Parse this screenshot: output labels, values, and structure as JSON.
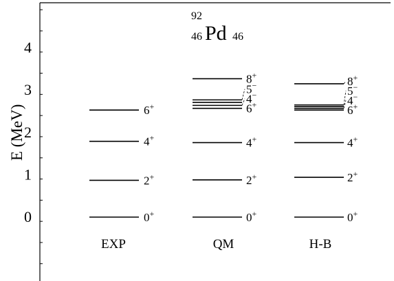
{
  "chart_data": {
    "type": "level-scheme",
    "title": {
      "mass": "92",
      "z": "46",
      "symbol": "Pd",
      "n": "46"
    },
    "ylabel": "E (MeV)",
    "ylim": [
      -1.1,
      5.1
    ],
    "yticks": [
      0,
      1,
      2,
      3,
      4
    ],
    "grid": false,
    "columns": [
      {
        "name": "EXP",
        "levels": [
          {
            "energy": 0.0,
            "label": "0+"
          },
          {
            "energy": 0.87,
            "label": "2+"
          },
          {
            "energy": 1.79,
            "label": "4+"
          },
          {
            "energy": 2.53,
            "label": "6+"
          }
        ]
      },
      {
        "name": "QM",
        "levels": [
          {
            "energy": 0.0,
            "label": "0+"
          },
          {
            "energy": 0.88,
            "label": "2+"
          },
          {
            "energy": 1.76,
            "label": "4+"
          },
          {
            "energy": 2.57,
            "label": "6+"
          },
          {
            "energy": 2.64,
            "label": "4−"
          },
          {
            "energy": 2.71,
            "label": ""
          },
          {
            "energy": 2.77,
            "label": "5−"
          },
          {
            "energy": 3.27,
            "label": "8+"
          }
        ]
      },
      {
        "name": "H-B",
        "levels": [
          {
            "energy": 0.0,
            "label": "0+"
          },
          {
            "energy": 0.94,
            "label": "2+"
          },
          {
            "energy": 1.76,
            "label": "4+"
          },
          {
            "energy": 2.53,
            "label": "6+"
          },
          {
            "energy": 2.57,
            "label": "4−"
          },
          {
            "energy": 2.61,
            "label": ""
          },
          {
            "energy": 2.65,
            "label": "5−"
          },
          {
            "energy": 3.15,
            "label": "8+"
          }
        ]
      }
    ]
  }
}
